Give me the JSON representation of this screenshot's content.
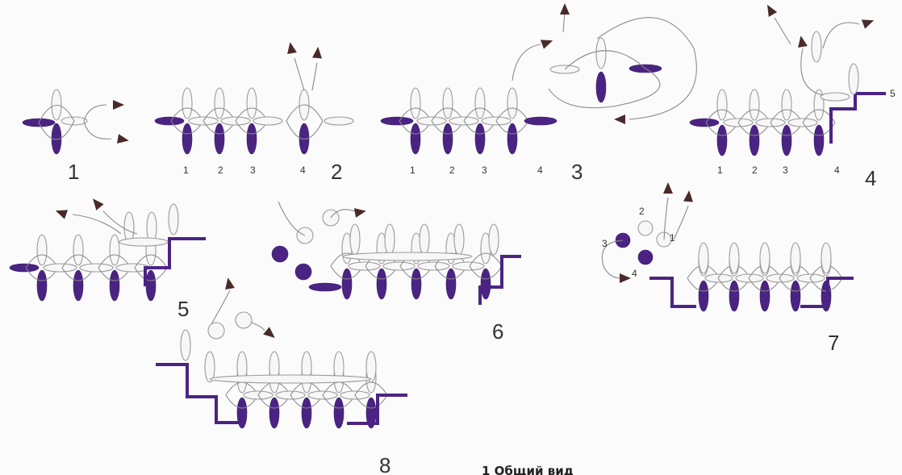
{
  "steps": [
    {
      "number": "1"
    },
    {
      "number": "2",
      "bead_labels": [
        "1",
        "2",
        "3",
        "4"
      ]
    },
    {
      "number": "3",
      "bead_labels": [
        "1",
        "2",
        "3",
        "4"
      ]
    },
    {
      "number": "4",
      "bead_labels": [
        "1",
        "2",
        "3",
        "4",
        "5"
      ]
    },
    {
      "number": "5"
    },
    {
      "number": "6"
    },
    {
      "number": "7",
      "bead_labels": [
        "1",
        "2",
        "3",
        "4"
      ]
    },
    {
      "number": "8"
    }
  ],
  "caption": "1 Общий вид",
  "colors": {
    "accent_bead": "#4b2483",
    "seed_bead_outline": "#9a9a9a",
    "thread": "#8a8a8a",
    "arrow": "#4a2a28"
  }
}
